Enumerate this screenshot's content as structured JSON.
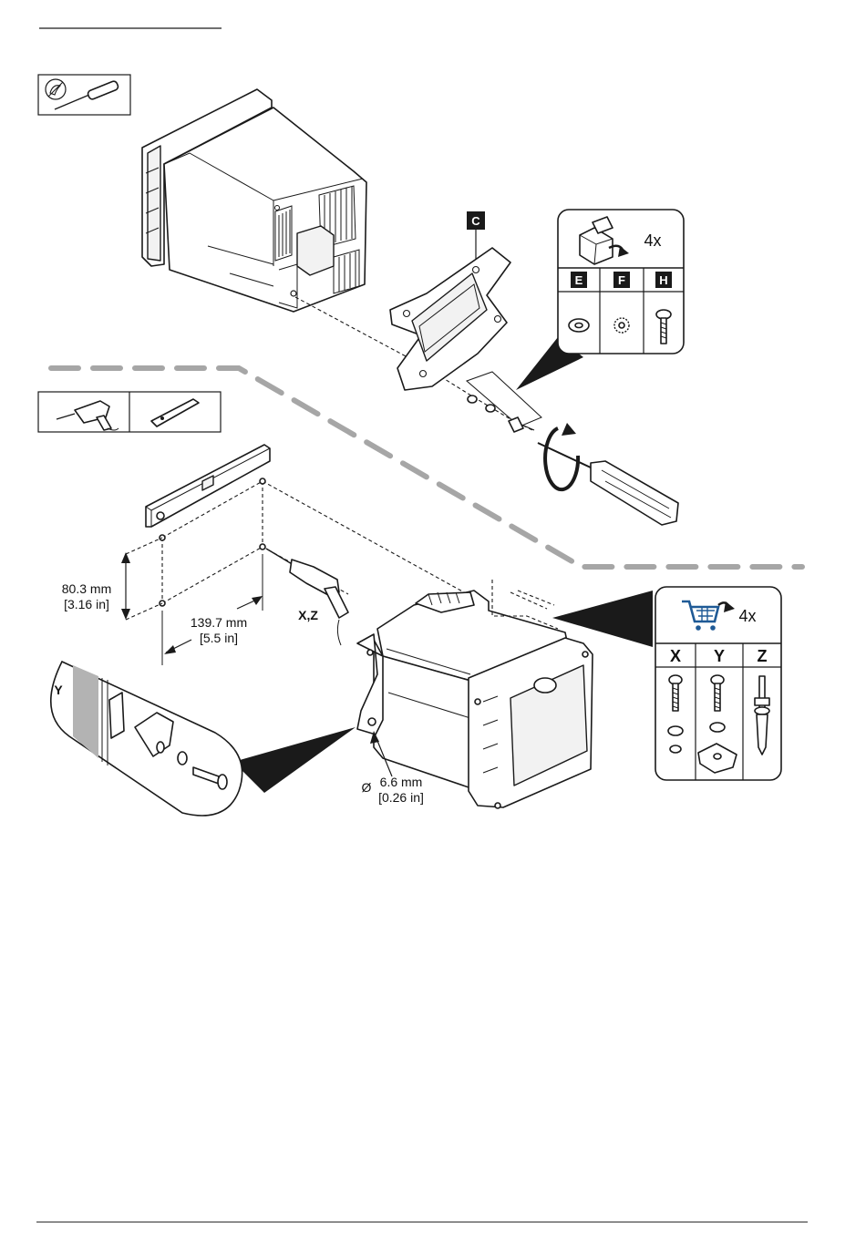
{
  "header_line": true,
  "step1": {
    "tool_icon": "screwdriver-icon",
    "callout_label": "C",
    "kit_box": {
      "quantity": "4x",
      "icon": "open-box-icon",
      "columns": [
        "E",
        "F",
        "H"
      ],
      "items": [
        "washer-icon",
        "lock-washer-icon",
        "screw-icon"
      ]
    }
  },
  "step2": {
    "tool_icons": [
      "drill-icon",
      "level-icon"
    ],
    "dim_vertical": {
      "metric": "80.3 mm",
      "imperial": "[3.16 in]"
    },
    "dim_horizontal": {
      "metric": "139.7 mm",
      "imperial": "[5.5 in]"
    },
    "drill_label": "X,Z",
    "hole_diameter": {
      "symbol": "Ø",
      "metric": "6.6 mm",
      "imperial": "[0.26 in]"
    },
    "detail_label": "Y",
    "purchase_box": {
      "quantity": "4x",
      "icon": "shopping-cart-icon",
      "columns": [
        "X",
        "Y",
        "Z"
      ],
      "items": [
        "screw-washer-icon",
        "screw-clip-nut-icon",
        "anchor-bolt-icon"
      ]
    }
  },
  "colors": {
    "divider": "#a6a6a6",
    "cart": "#1f5a96",
    "ink": "#1a1a1a"
  }
}
